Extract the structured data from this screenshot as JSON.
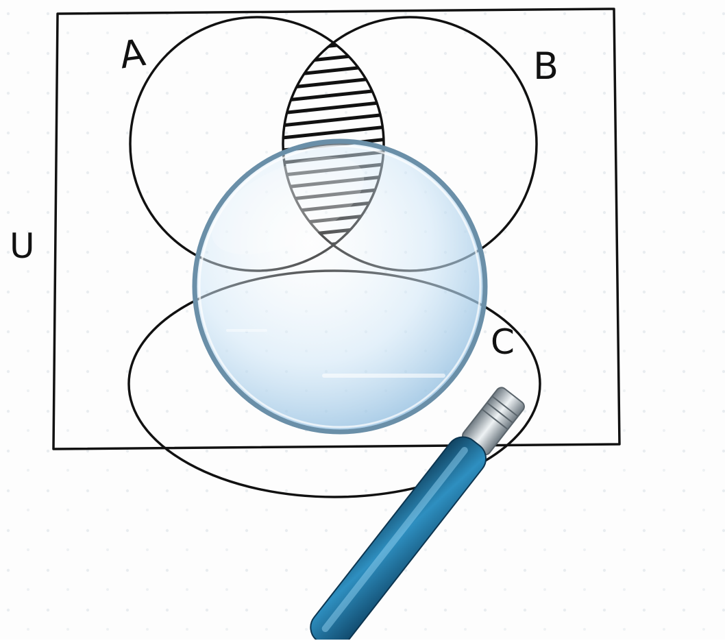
{
  "diagram": {
    "universe_label": "U",
    "sets": [
      {
        "id": "A",
        "label": "A"
      },
      {
        "id": "B",
        "label": "B"
      },
      {
        "id": "C",
        "label": "C"
      }
    ],
    "shaded_region": "A ∩ B ∩ C'",
    "shading_style": "horizontal hatching"
  },
  "colors": {
    "ink": "#111111",
    "paper": "#fdfdfd",
    "lens_tint": "#cfe6f7",
    "lens_rim": "#7fb2d9",
    "handle": "#1d6f9c",
    "ferrule": "#b9c2c8"
  },
  "icons": {
    "magnifier": "magnifying-glass-icon"
  }
}
